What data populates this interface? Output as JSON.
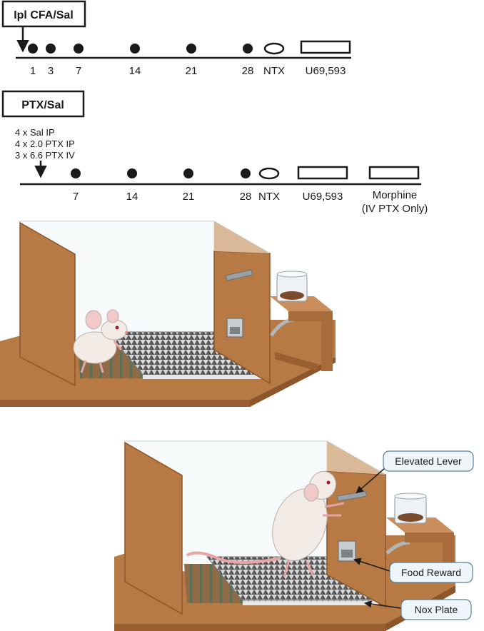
{
  "timeline1": {
    "group_label": "Ipl CFA/Sal",
    "day_labels": [
      "1",
      "3",
      "7",
      "14",
      "21",
      "28"
    ],
    "ntx_label": "NTX",
    "u69_label": "U69,593"
  },
  "timeline2": {
    "group_label": "PTX/Sal",
    "dose_lines": [
      "4 x Sal IP",
      "4 x 2.0 PTX IP",
      "3 x 6.6 PTX IV"
    ],
    "day_labels": [
      "7",
      "14",
      "21",
      "28"
    ],
    "ntx_label": "NTX",
    "u69_label": "U69,593",
    "morphine_label": "Morphine",
    "morphine_note": "(IV PTX Only)"
  },
  "callouts": {
    "lever": "Elevated Lever",
    "food": "Food Reward",
    "plate": "Nox Plate"
  },
  "colors": {
    "wood": "#b87a45",
    "wood_dark": "#9a5f31",
    "glass": "#eef4f7",
    "spikes": "#5a5a5a",
    "mouse": "#f3ece6",
    "tail": "#e8a3a3"
  }
}
